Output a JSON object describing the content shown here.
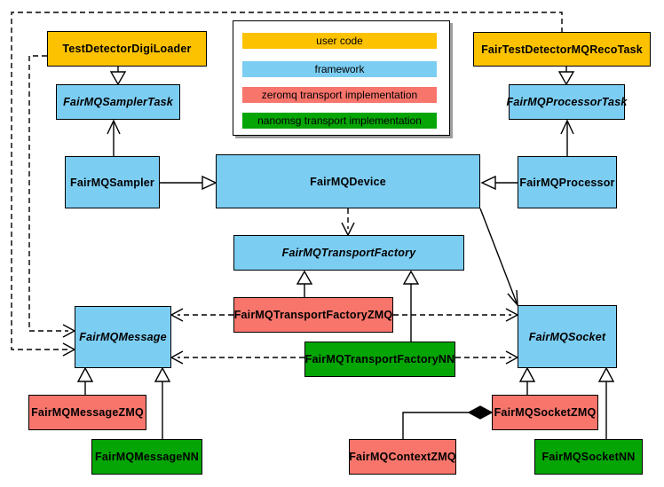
{
  "colors": {
    "user_code": "#FCC200",
    "framework": "#7CCDF2",
    "zeromq": "#F8756C",
    "nanomsg": "#05A505",
    "line": "#000000"
  },
  "legend": {
    "items": [
      {
        "label": "user code",
        "category": "user_code"
      },
      {
        "label": "framework",
        "category": "framework"
      },
      {
        "label": "zeromq transport implementation",
        "category": "zeromq"
      },
      {
        "label": "nanomsg transport implementation",
        "category": "nanomsg"
      }
    ]
  },
  "nodes": {
    "testDetectorDigiLoader": {
      "label": "TestDetectorDigiLoader",
      "category": "user_code"
    },
    "fairTestDetectorMQRecoTask": {
      "label": "FairTestDetectorMQRecoTask",
      "category": "user_code"
    },
    "samplerTask": {
      "label": "FairMQSamplerTask",
      "category": "framework"
    },
    "processorTask": {
      "label": "FairMQProcessorTask",
      "category": "framework"
    },
    "sampler": {
      "label": "FairMQSampler",
      "category": "framework"
    },
    "device": {
      "label": "FairMQDevice",
      "category": "framework"
    },
    "processor": {
      "label": "FairMQProcessor",
      "category": "framework"
    },
    "transportFactory": {
      "label": "FairMQTransportFactory",
      "category": "framework"
    },
    "transportFactoryZMQ": {
      "label": "FairMQTransportFactoryZMQ",
      "category": "zeromq"
    },
    "transportFactoryNN": {
      "label": "FairMQTransportFactoryNN",
      "category": "nanomsg"
    },
    "message": {
      "label": "FairMQMessage",
      "category": "framework"
    },
    "socket": {
      "label": "FairMQSocket",
      "category": "framework"
    },
    "messageZMQ": {
      "label": "FairMQMessageZMQ",
      "category": "zeromq"
    },
    "messageNN": {
      "label": "FairMQMessageNN",
      "category": "nanomsg"
    },
    "contextZMQ": {
      "label": "FairMQContextZMQ",
      "category": "zeromq"
    },
    "socketZMQ": {
      "label": "FairMQSocketZMQ",
      "category": "zeromq"
    },
    "socketNN": {
      "label": "FairMQSocketNN",
      "category": "nanomsg"
    }
  }
}
